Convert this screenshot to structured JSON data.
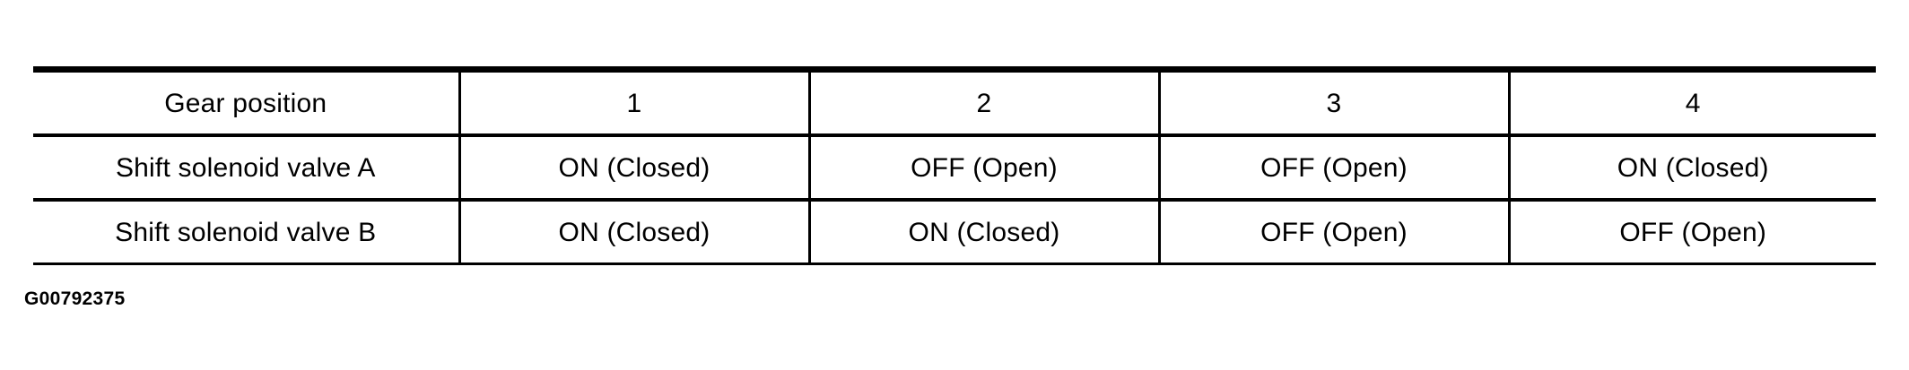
{
  "figure": {
    "caption": "G00792375"
  },
  "table": {
    "header_label": "Gear position",
    "gear_positions": [
      "1",
      "2",
      "3",
      "4"
    ],
    "rows": [
      {
        "label": "Shift solenoid valve A",
        "values": [
          "ON (Closed)",
          "OFF (Open)",
          "OFF (Open)",
          "ON (Closed)"
        ]
      },
      {
        "label": "Shift solenoid valve B",
        "values": [
          "ON (Closed)",
          "ON (Closed)",
          "OFF (Open)",
          "OFF (Open)"
        ]
      }
    ]
  },
  "colors": {
    "ink": "#000000",
    "paper": "#ffffff"
  }
}
